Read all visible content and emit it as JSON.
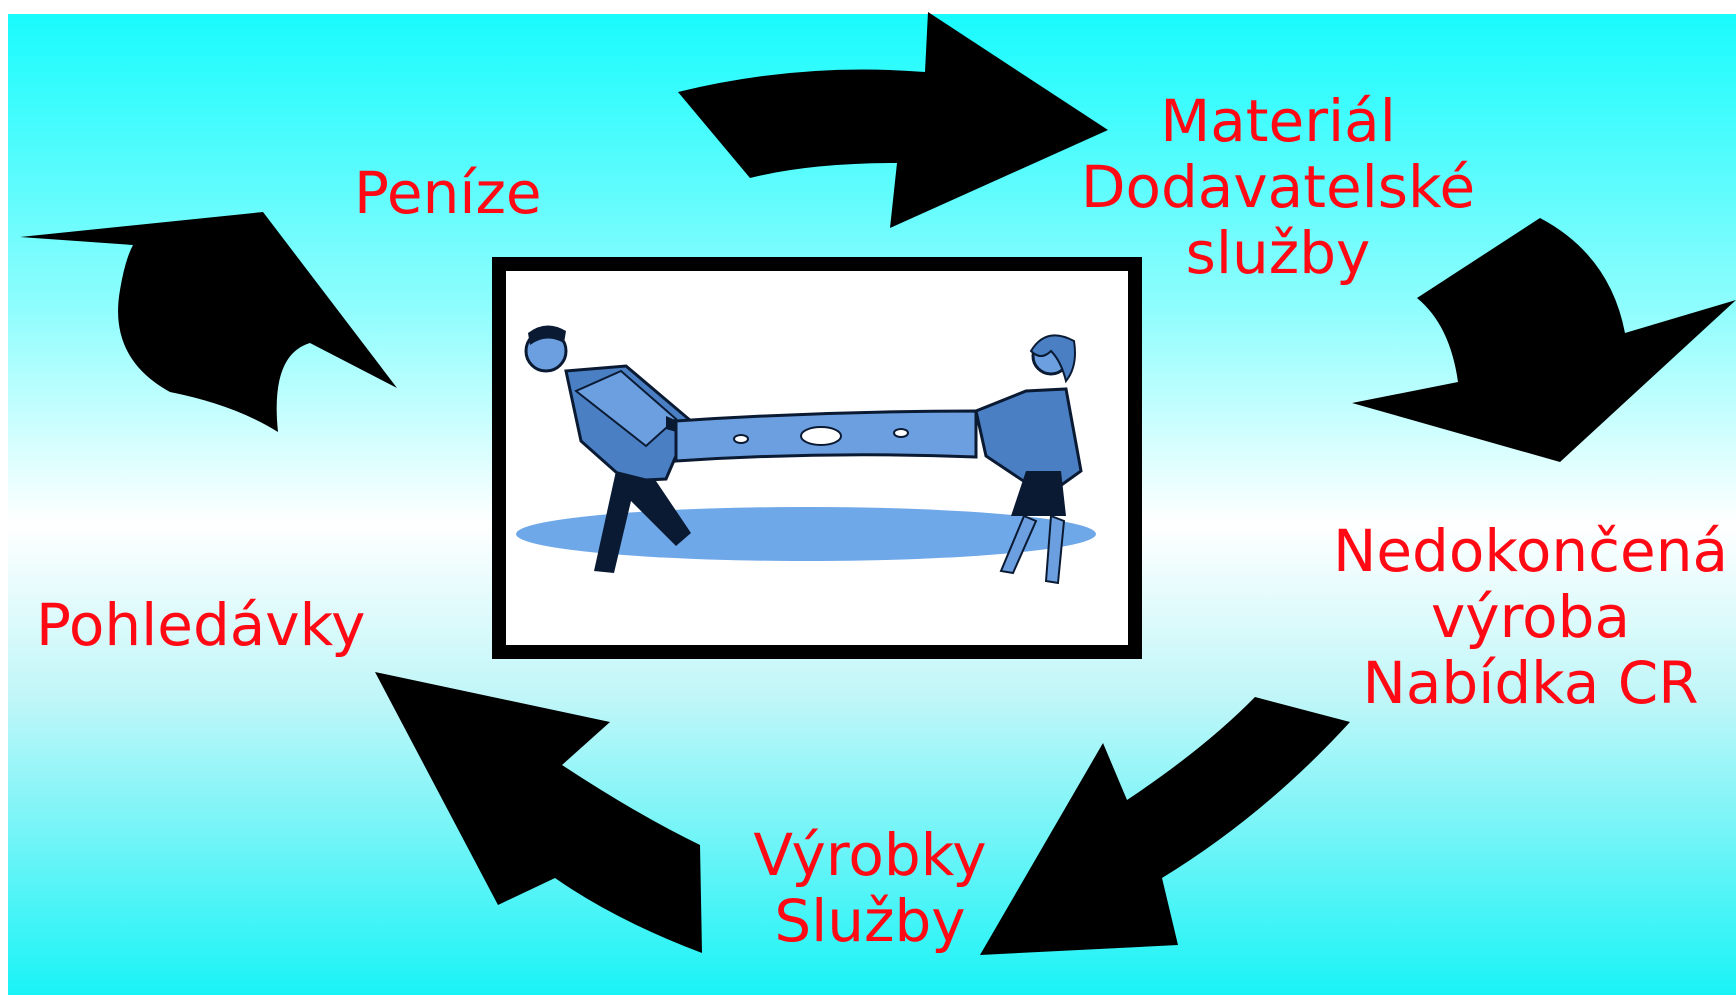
{
  "diagram": {
    "nodes": [
      {
        "id": "penize",
        "lines": [
          "Peníze"
        ]
      },
      {
        "id": "material",
        "lines": [
          "Materiál",
          "Dodavatelské",
          "služby"
        ]
      },
      {
        "id": "nedokoncena",
        "lines": [
          "Nedokončená",
          "výroba",
          "Nabídka CR"
        ]
      },
      {
        "id": "vyrobky",
        "lines": [
          "Výrobky",
          "Služby"
        ]
      },
      {
        "id": "pohledavky",
        "lines": [
          "Pohledávky"
        ]
      }
    ],
    "label_color": "#ff0a14",
    "arrow_color": "#000000",
    "background_colors": [
      "#19fbfd",
      "#ffffff"
    ],
    "center_picture": "tug-of-war-clipart"
  }
}
